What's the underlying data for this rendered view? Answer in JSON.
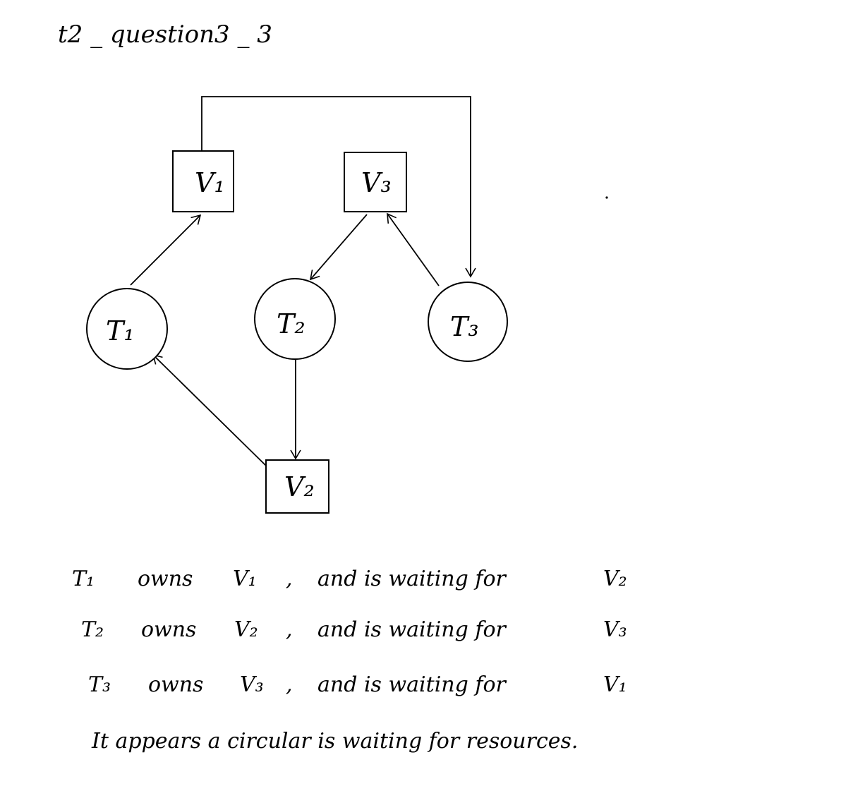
{
  "title": "t2 _ question3 _ 3",
  "resources": [
    {
      "id": "V1",
      "label": "V₁"
    },
    {
      "id": "V3",
      "label": "V₃"
    },
    {
      "id": "V2",
      "label": "V₂"
    }
  ],
  "threads": [
    {
      "id": "T1",
      "label": "T₁"
    },
    {
      "id": "T2",
      "label": "T₂"
    },
    {
      "id": "T3",
      "label": "T₃"
    }
  ],
  "edges": [
    {
      "from": "T1",
      "to": "V1",
      "meaning": "request"
    },
    {
      "from": "V3",
      "to": "T2",
      "meaning": "assign"
    },
    {
      "from": "T3",
      "to": "V3",
      "meaning": "request"
    },
    {
      "from": "V1",
      "to": "T3",
      "meaning": "assign"
    },
    {
      "from": "T2",
      "to": "V2",
      "meaning": "request"
    },
    {
      "from": "V2",
      "to": "T1",
      "meaning": "assign"
    }
  ],
  "explanation": [
    {
      "owner": "T₁",
      "owns": "owns",
      "resource": "V₁",
      "sep": ",",
      "rest": "and is waiting for",
      "target": "V₂"
    },
    {
      "owner": "T₂",
      "owns": "owns",
      "resource": "V₂",
      "sep": ",",
      "rest": "and is waiting for",
      "target": "V₃"
    },
    {
      "owner": "T₃",
      "owns": "owns",
      "resource": "V₃",
      "sep": ",",
      "rest": "and is waiting for",
      "target": "V₁"
    }
  ],
  "conclusion": "It appears a circular is waiting for resources."
}
